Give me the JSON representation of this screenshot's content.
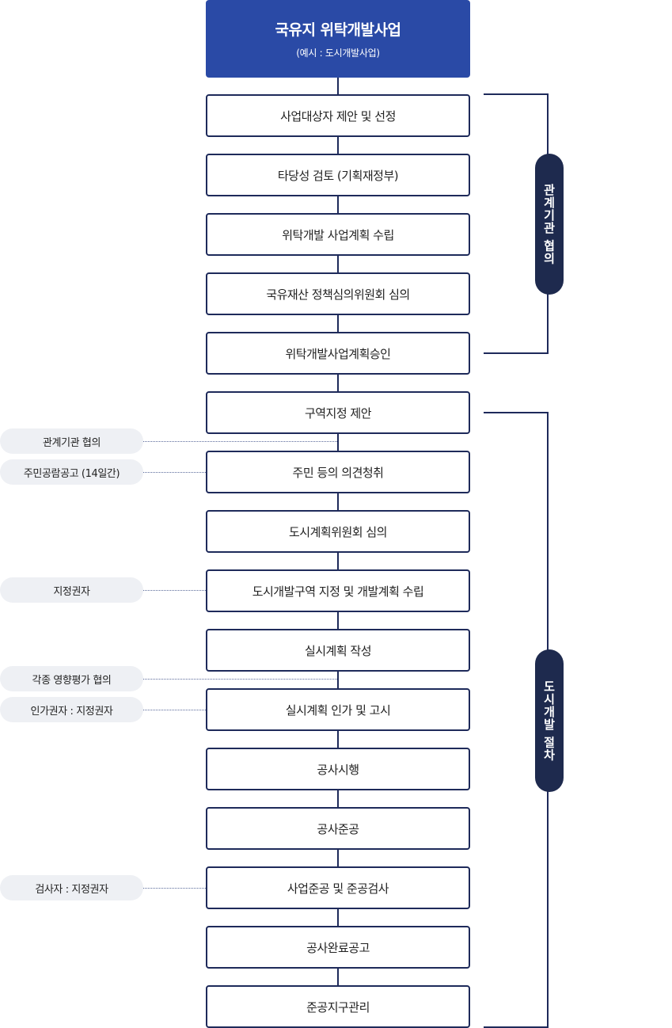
{
  "header": {
    "title": "국유지 위탁개발사업",
    "subtitle": "(예시 : 도시개발사업)"
  },
  "steps": [
    "사업대상자 제안 및 선정",
    "타당성 검토 (기획재정부)",
    "위탁개발 사업계획 수립",
    "국유재산 정책심의위원회 심의",
    "위탁개발사업계획승인",
    "구역지정 제안",
    "주민 등의 의견청취",
    "도시계획위원회 심의",
    "도시개발구역 지정 및 개발계획 수립",
    "실시계획 작성",
    "실시계획 인가 및 고시",
    "공사시행",
    "공사준공",
    "사업준공 및 준공검사",
    "공사완료공고",
    "준공지구관리"
  ],
  "side_notes": {
    "related_agency": "관계기관 협의",
    "public_notice": "주민공람공고 (14일간)",
    "designator": "지정권자",
    "impact_assessment": "각종 영향평가 협의",
    "approver": "인가권자 : 지정권자",
    "inspector": "검사자 : 지정권자"
  },
  "brackets": {
    "group1_label": "관계기관 협의",
    "group2_label": "도시개발 절차"
  },
  "colors": {
    "header_bg": "#2a4aa6",
    "box_border": "#1e2a5a",
    "tag_bg": "#1e2a4e",
    "pill_bg": "#eef0f4"
  }
}
